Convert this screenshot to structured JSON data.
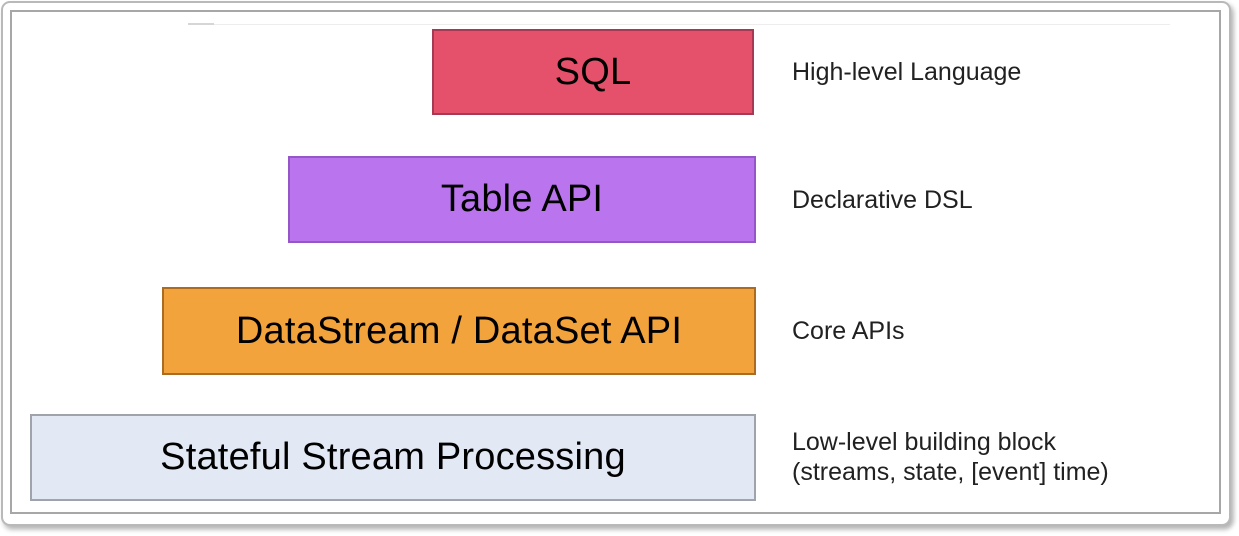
{
  "diagram": {
    "type": "layered-stack",
    "layers": [
      {
        "label": "SQL",
        "description": "High-level Language",
        "fill": "#e5506a",
        "border": "#a53a52"
      },
      {
        "label": "Table API",
        "description": "Declarative DSL",
        "fill": "#ba74ee",
        "border": "#9557c8"
      },
      {
        "label": "DataStream / DataSet API",
        "description": "Core APIs",
        "fill": "#f2a33c",
        "border": "#ab6b20"
      },
      {
        "label": "Stateful Stream Processing",
        "description": "Low-level building block\n(streams, state, [event] time)",
        "fill": "#e2e8f4",
        "border": "#9fa4ac"
      }
    ],
    "colors": {
      "card_border": "#b9b9b9",
      "slide_border": "#a7a7a7",
      "block_text": "#000000",
      "description_text": "#212121",
      "background": "#ffffff"
    }
  }
}
